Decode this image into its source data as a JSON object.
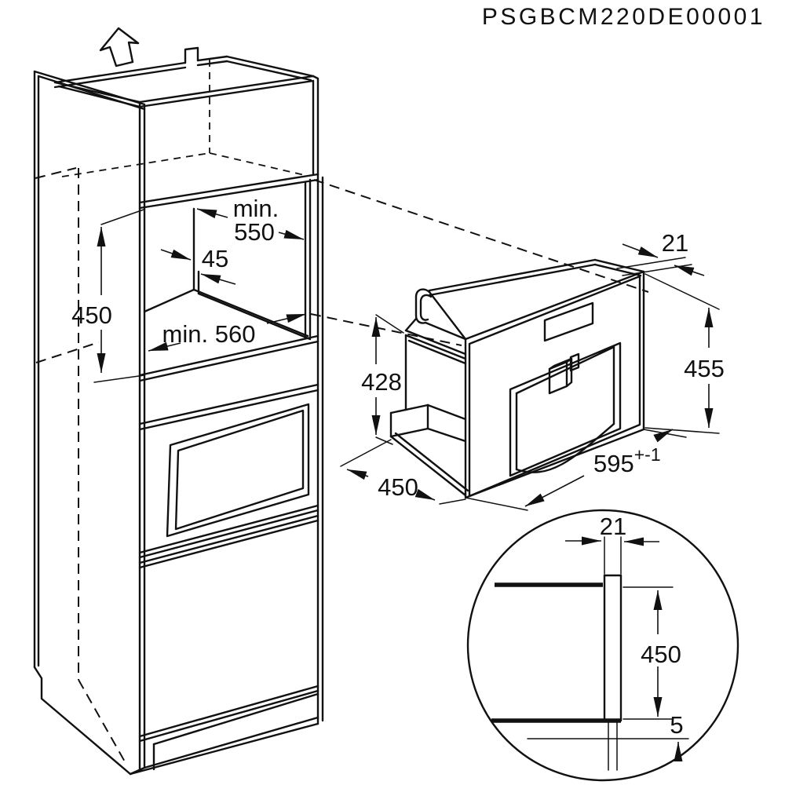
{
  "title": "PSGBCM220DE00001",
  "colors": {
    "line": "#111111",
    "background": "#ffffff"
  },
  "icons": {
    "removal_direction": "up-arrow"
  },
  "cabinet": {
    "niche_width_prefix": "min.",
    "niche_width": "550",
    "rear_gap": "45",
    "niche_height": "450",
    "niche_depth": "min. 560"
  },
  "machine": {
    "panel_thickness": "21",
    "panel_height": "455",
    "body_height": "428",
    "body_depth": "450",
    "panel_width": "595",
    "panel_width_tolerance": "+-1"
  },
  "detail": {
    "panel_thickness": "21",
    "cutout_height": "450",
    "bottom_clearance": "5"
  }
}
